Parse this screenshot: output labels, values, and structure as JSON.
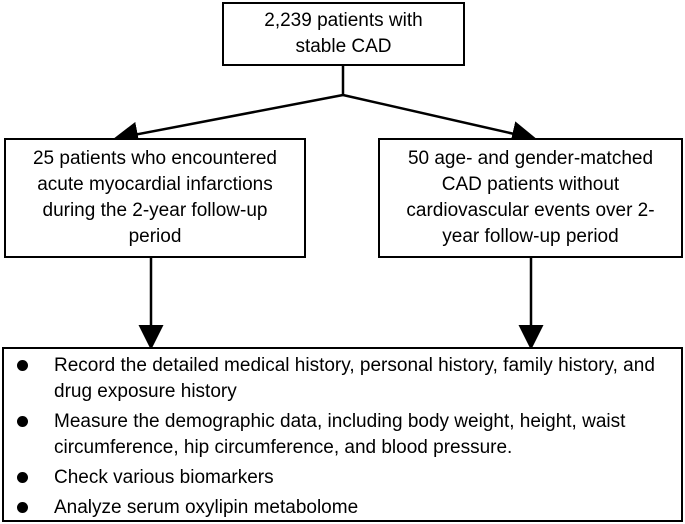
{
  "nodes": {
    "top": {
      "text": "2,239 patients with\nstable CAD"
    },
    "left": {
      "text": "25 patients who encountered\nacute myocardial infarctions\nduring the 2-year follow-up\nperiod"
    },
    "right": {
      "text": "50 age- and gender-matched\nCAD patients without\ncardiovascular events over 2-\nyear follow-up period"
    },
    "bottom": {
      "steps": [
        "Record the detailed medical history, personal history, family history, and drug exposure history",
        "Measure the demographic data, including body weight, height, waist circumference, hip circumference, and blood pressure.",
        "Check various biomarkers",
        "Analyze serum oxylipin metabolome"
      ]
    }
  },
  "colors": {
    "line": "#000000",
    "box_border": "#000000",
    "background": "#ffffff"
  }
}
